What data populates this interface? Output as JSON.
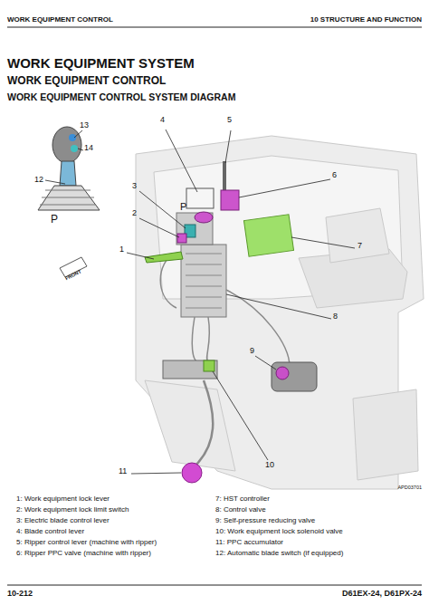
{
  "diagram": {
    "title": "WORK EQUIPMENT SYSTEM",
    "labels": [
      "WORK EQUIPMENT CONTROL",
      "10 STRUCTURE AND FUNCTION",
      "WORK EQUIPMENT CONTROL",
      "WORK EQUIPMENT CONTROL SYSTEM DIAGRAM",
      "13",
      "14",
      "12",
      "P",
      "4",
      "5",
      "6",
      "3",
      "2",
      "1",
      "P",
      "FRONT",
      "7",
      "8",
      "9",
      "10",
      "11",
      "APD03701",
      "1: Work equipment lock lever",
      "2: Work equipment lock limit switch",
      "3: Electric blade control lever",
      "4: Blade control lever",
      "5: Ripper control lever (machine with ripper)",
      "6: Ripper PPC valve (machine with ripper)",
      "7: HST controller",
      "8: Control valve",
      "9: Self-pressure reducing valve",
      "10: Work equipment lock solenoid valve",
      "11: PPC accumulator",
      "12: Automatic blade switch (if equipped)",
      "10-212",
      "D61EX-24, D61PX-24"
    ]
  }
}
